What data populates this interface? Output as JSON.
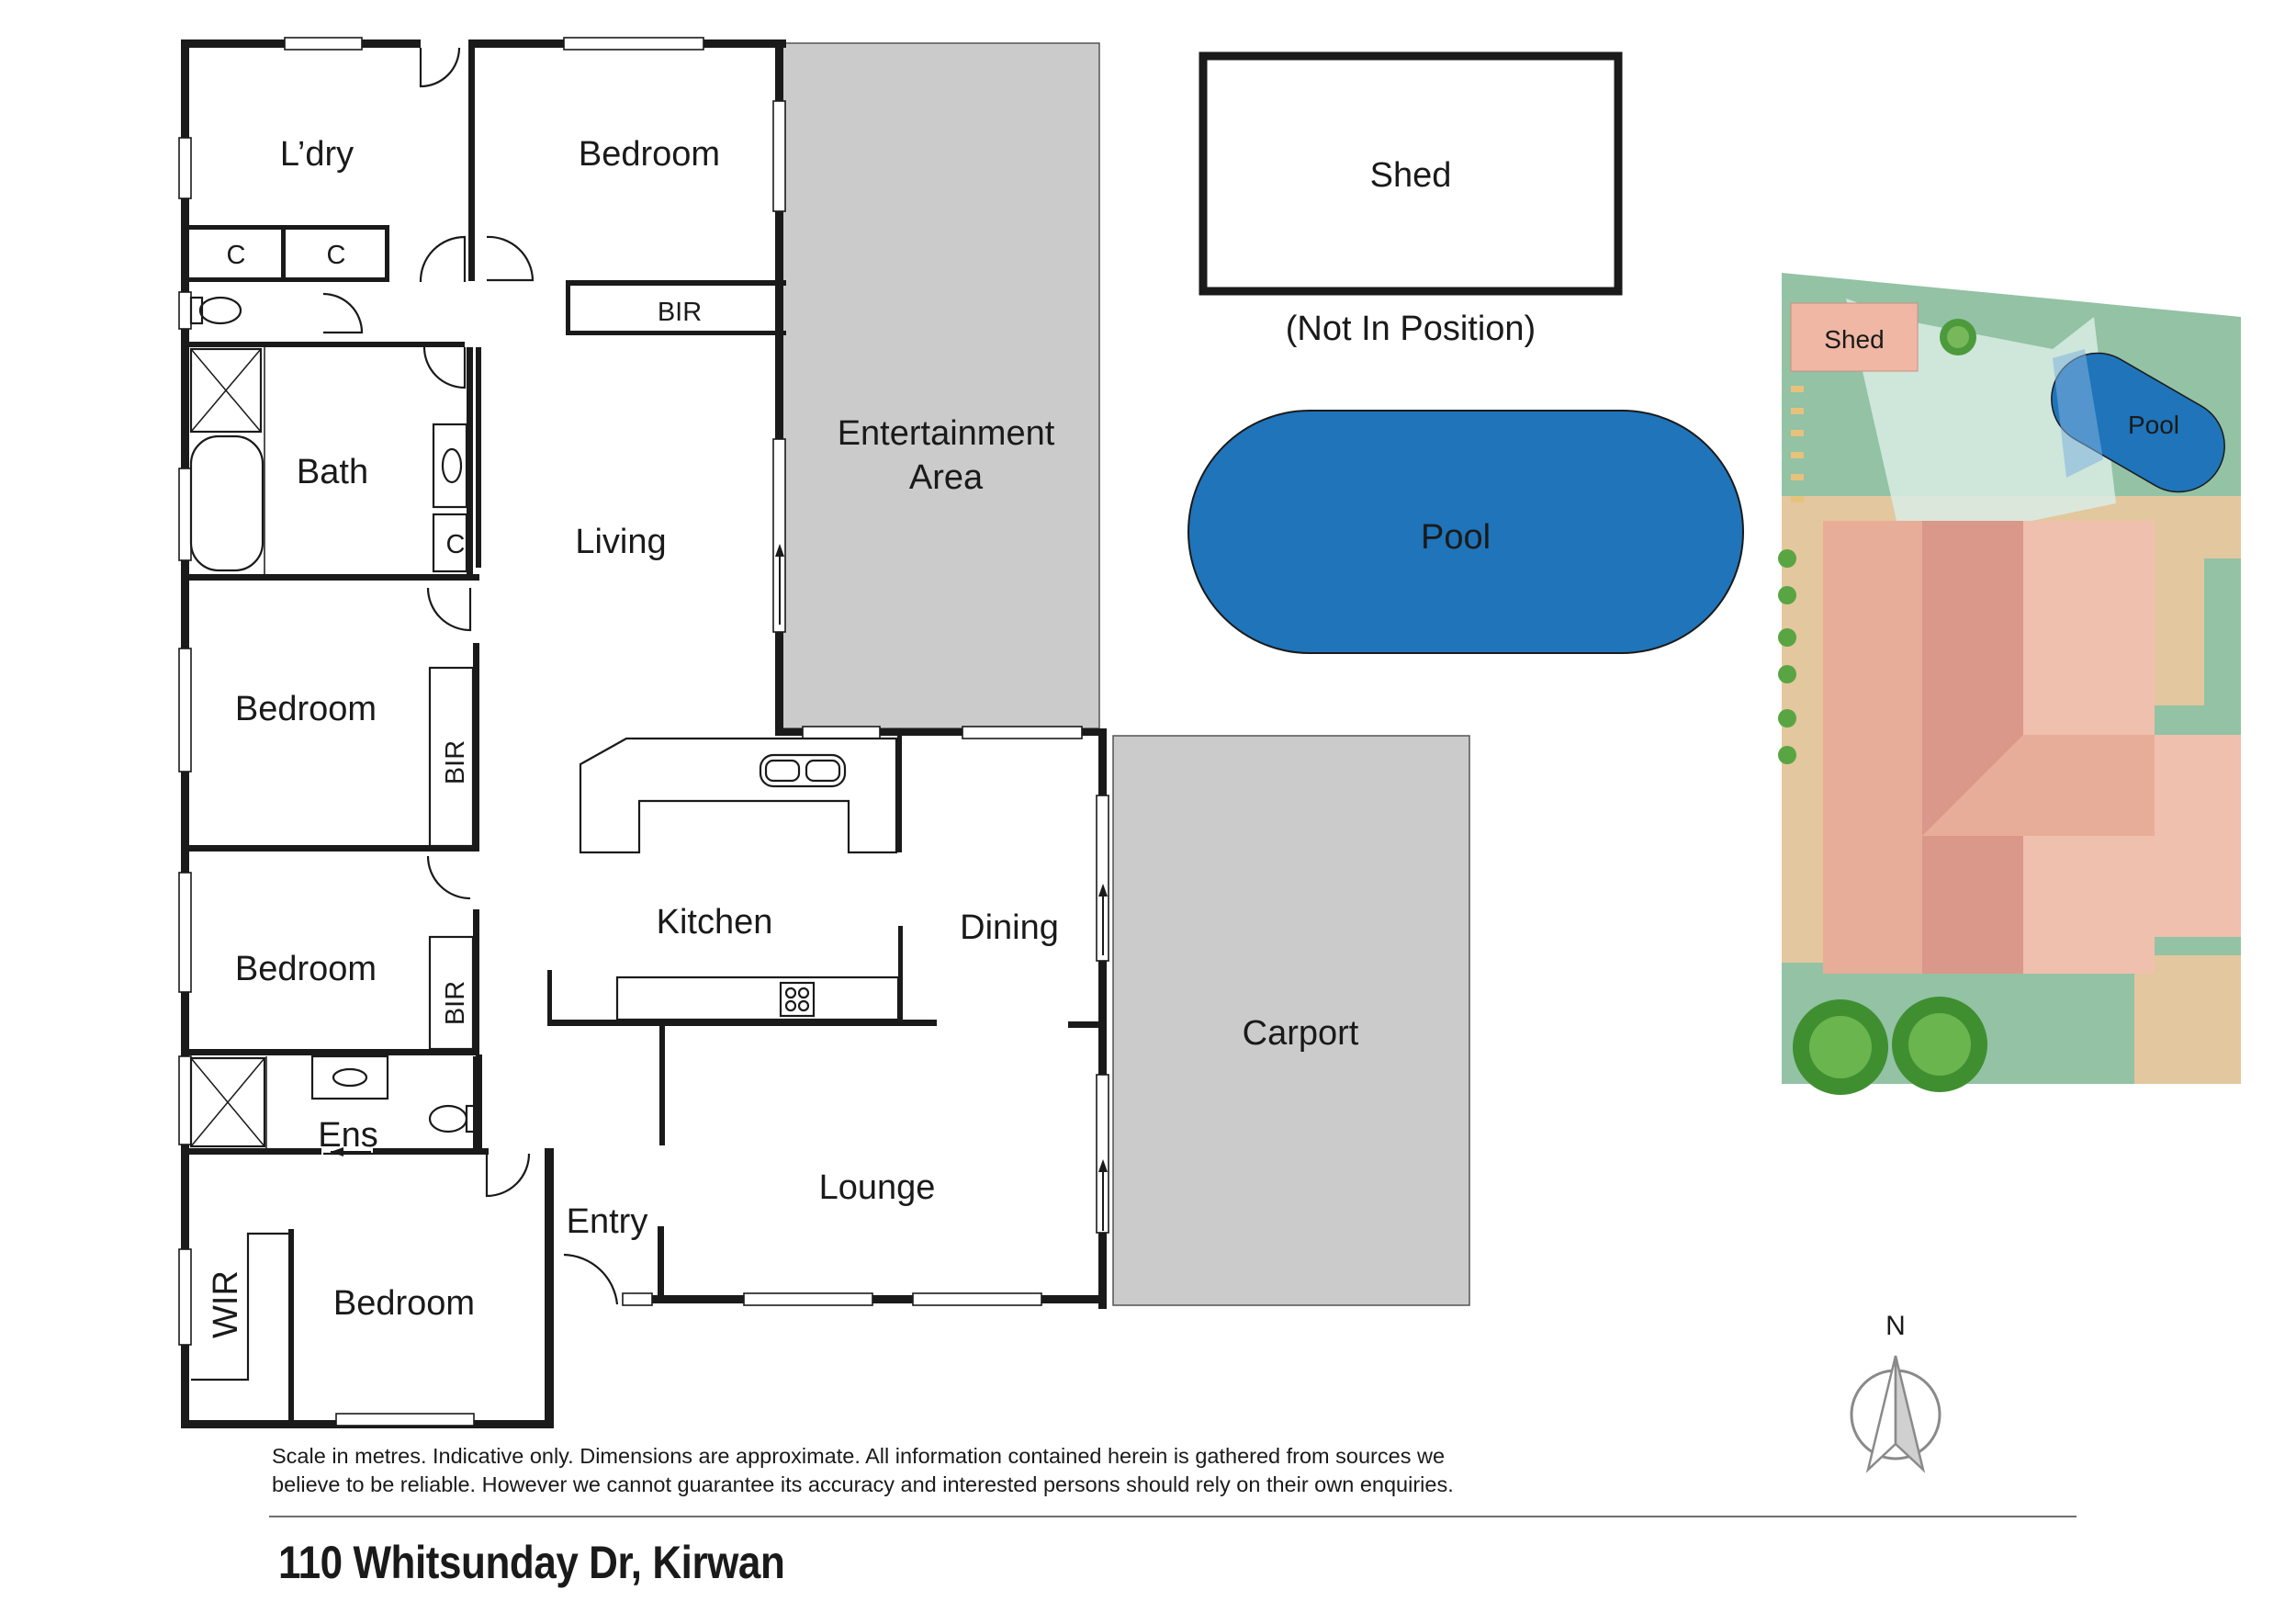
{
  "rooms": {
    "laundry": "L’dry",
    "cupboard": "C",
    "bath": "Bath",
    "bedroom": "Bedroom",
    "bir": "BIR",
    "wir": "WIR",
    "living": "Living",
    "entertainment_line1": "Entertainment",
    "entertainment_line2": "Area",
    "kitchen": "Kitchen",
    "dining": "Dining",
    "lounge": "Lounge",
    "ensuite": "Ens",
    "entry": "Entry",
    "carport": "Carport"
  },
  "outdoor": {
    "shed": "Shed",
    "shed_note": "(Not In Position)",
    "pool": "Pool"
  },
  "site_plan": {
    "shed": "Shed",
    "pool": "Pool"
  },
  "compass": {
    "north": "N"
  },
  "colors": {
    "walls": "#1a1a1a",
    "deck_grey": "#cbcbcb",
    "pool_blue": "#1f74ba",
    "site_lawn": "#93c2a5",
    "site_roof": "#e8ad98",
    "site_shed": "#efb7a4"
  },
  "disclaimer_line1": "Scale in metres. Indicative only. Dimensions are approximate. All information contained herein is gathered from sources we",
  "disclaimer_line2": "believe to be reliable. However we cannot guarantee its accuracy and interested persons should rely on their own enquiries.",
  "address": "110 Whitsunday Dr, Kirwan"
}
